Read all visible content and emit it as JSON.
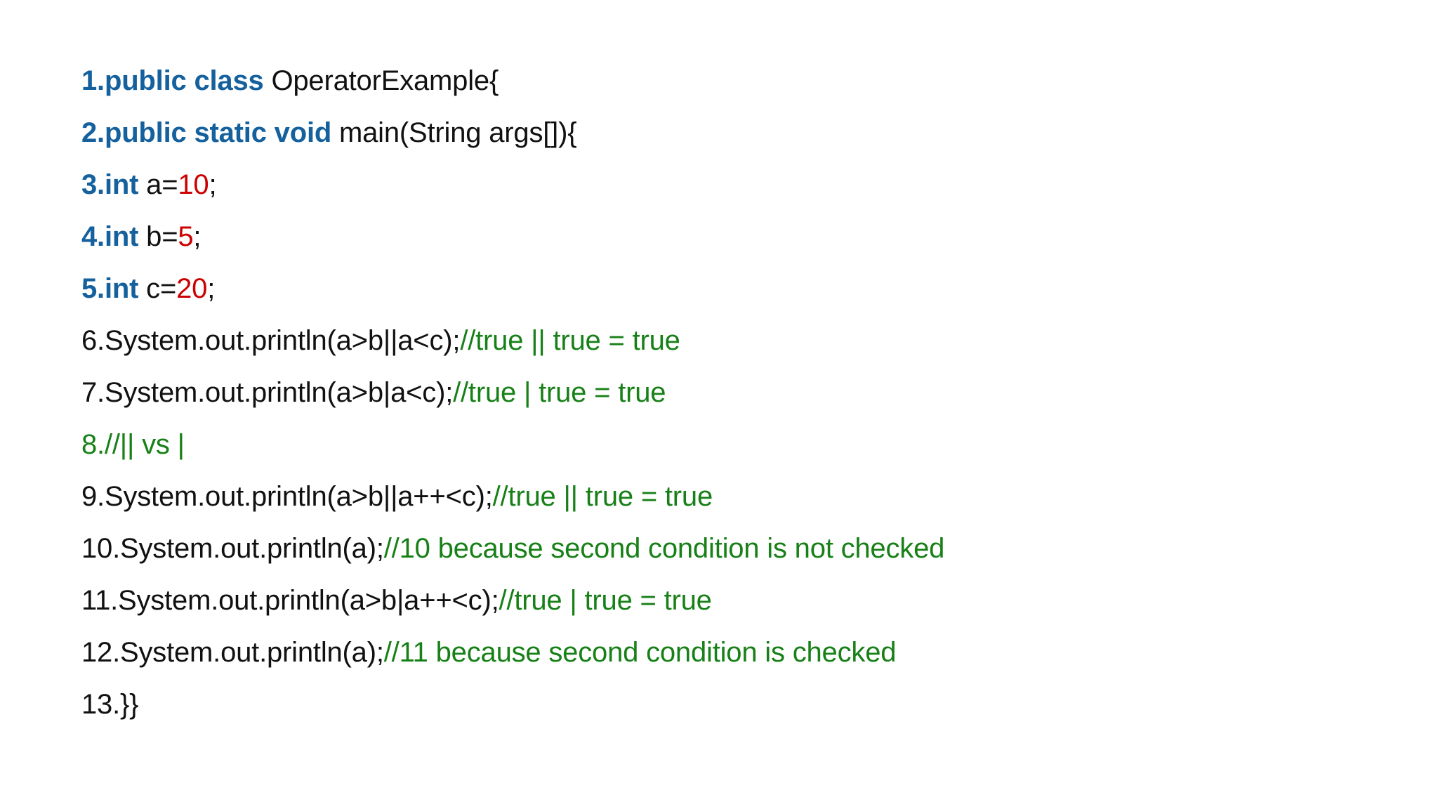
{
  "document": {
    "kind": "code-listing",
    "language": "Java",
    "background_color": "#ffffff"
  },
  "colors": {
    "keyword_blue": "#15619E",
    "literal_red": "#CC0000",
    "comment_green": "#178017",
    "plain_black": "#111111"
  },
  "code": {
    "lines": [
      {
        "number": "1.",
        "number_style": "keyword",
        "tokens": [
          {
            "text": "public class ",
            "style": "keyword"
          },
          {
            "text": "OperatorExample{",
            "style": "plain"
          }
        ],
        "plain_text": "1.public class OperatorExample{"
      },
      {
        "number": "2.",
        "number_style": "keyword",
        "tokens": [
          {
            "text": "public static void ",
            "style": "keyword"
          },
          {
            "text": "main(String args[]){",
            "style": "plain"
          }
        ],
        "plain_text": "2.public static void main(String args[]){"
      },
      {
        "number": "3.",
        "number_style": "keyword",
        "tokens": [
          {
            "text": "int ",
            "style": "keyword"
          },
          {
            "text": "a=",
            "style": "plain"
          },
          {
            "text": "10",
            "style": "number"
          },
          {
            "text": ";",
            "style": "plain"
          }
        ],
        "plain_text": "3.int a=10;"
      },
      {
        "number": "4.",
        "number_style": "keyword",
        "tokens": [
          {
            "text": "int ",
            "style": "keyword"
          },
          {
            "text": "b=",
            "style": "plain"
          },
          {
            "text": "5",
            "style": "number"
          },
          {
            "text": ";",
            "style": "plain"
          }
        ],
        "plain_text": "4.int b=5;"
      },
      {
        "number": "5.",
        "number_style": "keyword",
        "tokens": [
          {
            "text": "int ",
            "style": "keyword"
          },
          {
            "text": "c=",
            "style": "plain"
          },
          {
            "text": "20",
            "style": "number"
          },
          {
            "text": ";",
            "style": "plain"
          }
        ],
        "plain_text": "5.int c=20;"
      },
      {
        "number": "6.",
        "number_style": "plain",
        "tokens": [
          {
            "text": "System.out.println(a>b||a<c);",
            "style": "plain"
          },
          {
            "text": "//true || true = true",
            "style": "comment"
          }
        ],
        "plain_text": "6.System.out.println(a>b||a<c);//true || true = true"
      },
      {
        "number": "7.",
        "number_style": "plain",
        "tokens": [
          {
            "text": "System.out.println(a>b|a<c);",
            "style": "plain"
          },
          {
            "text": "//true | true = true",
            "style": "comment"
          }
        ],
        "plain_text": "7.System.out.println(a>b|a<c);//true | true = true"
      },
      {
        "number": "8.",
        "number_style": "comment",
        "tokens": [
          {
            "text": "//|| vs |",
            "style": "comment"
          }
        ],
        "plain_text": "8.//|| vs |"
      },
      {
        "number": "9.",
        "number_style": "plain",
        "tokens": [
          {
            "text": "System.out.println(a>b||a++<c);",
            "style": "plain"
          },
          {
            "text": "//true || true = true",
            "style": "comment"
          }
        ],
        "plain_text": "9.System.out.println(a>b||a++<c);//true || true = true"
      },
      {
        "number": "10.",
        "number_style": "plain",
        "tokens": [
          {
            "text": "System.out.println(a);",
            "style": "plain"
          },
          {
            "text": "//10 because second condition is not checked",
            "style": "comment"
          }
        ],
        "plain_text": "10.System.out.println(a);//10 because second condition is not checked"
      },
      {
        "number": "11.",
        "number_style": "plain",
        "tokens": [
          {
            "text": "System.out.println(a>b|a++<c);",
            "style": "plain"
          },
          {
            "text": "//true | true = true",
            "style": "comment"
          }
        ],
        "plain_text": "11.System.out.println(a>b|a++<c);//true | true = true"
      },
      {
        "number": "12.",
        "number_style": "plain",
        "tokens": [
          {
            "text": "System.out.println(a);",
            "style": "plain"
          },
          {
            "text": "//11 because second condition is checked",
            "style": "comment"
          }
        ],
        "plain_text": "12.System.out.println(a);//11 because second condition is checked"
      },
      {
        "number": "13.",
        "number_style": "plain",
        "tokens": [
          {
            "text": "}}",
            "style": "plain"
          }
        ],
        "plain_text": "13.}}"
      }
    ]
  }
}
